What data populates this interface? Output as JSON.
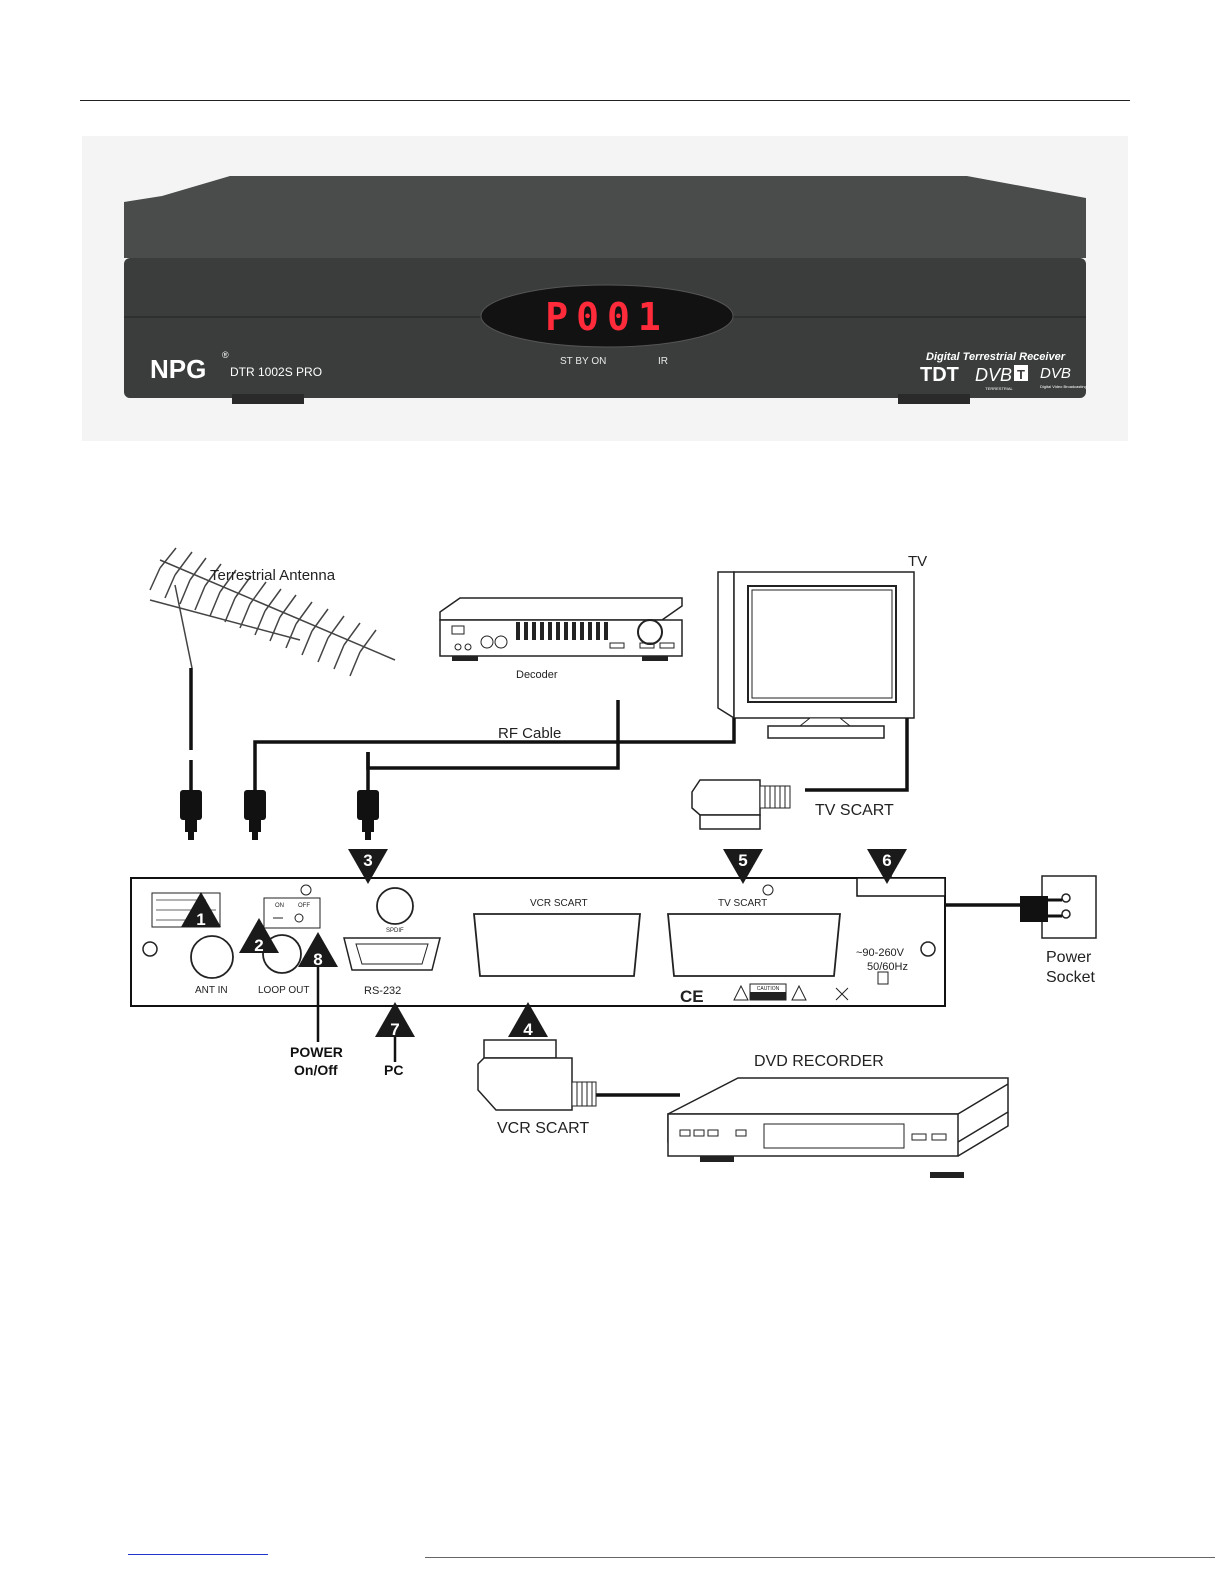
{
  "colors": {
    "device_body": "#3d3f3f",
    "led_red": "#ff2a3a",
    "badge": "#1a1a1a"
  },
  "front_panel": {
    "brand": "NPG",
    "brand_mark": "®",
    "model": "DTR 1002S PRO",
    "display": "P001",
    "indicator_left": "ST BY  ON",
    "indicator_right": "IR",
    "tagline": "Digital Terrestrial Receiver",
    "logo_tdt": "TDT",
    "logo_dvbt": "DVB",
    "logo_dvbt_letter": "T",
    "logo_dvbt_sub": "TERRESTRIAL",
    "logo_dvb": "DVB",
    "logo_dvb_sub": "Digital Video Broadcasting"
  },
  "diagram": {
    "antenna": "Terrestrial Antenna",
    "decoder": "Decoder",
    "tv": "TV",
    "rf_cable": "RF Cable",
    "tv_scart": "TV SCART",
    "vcr_scart": "VCR SCART",
    "dvd_recorder": "DVD RECORDER",
    "power_socket_1": "Power",
    "power_socket_2": "Socket",
    "power_onoff_1": "POWER",
    "power_onoff_2": "On/Off",
    "pc": "PC",
    "rear": {
      "ant_in": "ANT IN",
      "loop_out": "LOOP OUT",
      "on": "ON",
      "off": "OFF",
      "spdif": "SPDIF",
      "rs232": "RS-232",
      "vcr_scart": "VCR  SCART",
      "tv_scart": "TV  SCART",
      "voltage": "~90-260V",
      "frequency": "50/60Hz",
      "ce": "CE",
      "caution": "CAUTION"
    },
    "markers": [
      "1",
      "2",
      "3",
      "4",
      "5",
      "6",
      "7",
      "8"
    ]
  }
}
